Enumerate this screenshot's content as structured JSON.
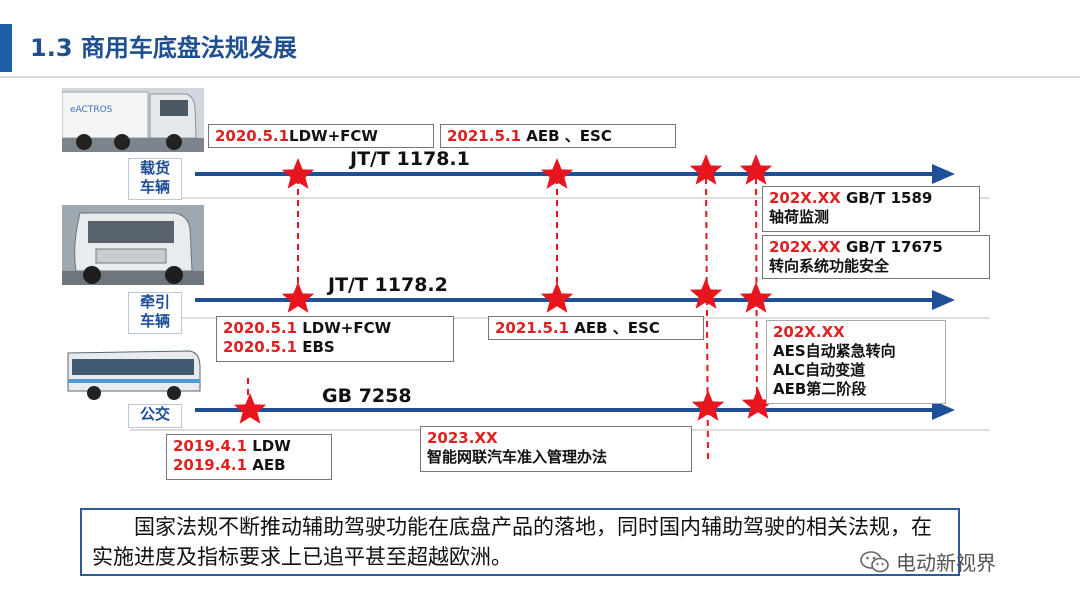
{
  "header": {
    "title": "1.3 商用车底盘法规发展"
  },
  "rows": [
    {
      "label_line1": "载货",
      "label_line2": "车辆",
      "standard": "JT/T 1178.1"
    },
    {
      "label_line1": "牵引",
      "label_line2": "车辆",
      "standard": "JT/T 1178.2"
    },
    {
      "label_line1": "公交",
      "standard": "GB 7258"
    }
  ],
  "truck_photo_text": "eACTROS",
  "boxes": {
    "truck_2020": {
      "date": "2020.5.1",
      "text": "LDW+FCW"
    },
    "truck_2021": {
      "date": "2021.5.1",
      "text": " AEB 、ESC"
    },
    "truck_202x_1589": {
      "date": "202X.XX",
      "text": " GB/T 1589",
      "line2": "轴荷监测"
    },
    "truck_202x_17675": {
      "date": "202X.XX",
      "text": " GB/T 17675",
      "line2": "转向系统功能安全"
    },
    "tractor_2020": {
      "date1": "2020.5.1",
      "text1": " LDW+FCW",
      "date2": "2020.5.1",
      "text2": " EBS"
    },
    "tractor_2021": {
      "date": "2021.5.1",
      "text": " AEB 、ESC"
    },
    "tractor_202x": {
      "date": "202X.XX",
      "line2": "AES自动紧急转向",
      "line3": "ALC自动变道",
      "line4": "AEB第二阶段"
    },
    "bus_2019": {
      "date1": "2019.4.1",
      "text1": " LDW",
      "date2": "2019.4.1",
      "text2": " AEB"
    },
    "bus_2023": {
      "date": "2023.XX",
      "line2": "智能网联汽车准入管理办法"
    }
  },
  "summary": "国家法规不断推动辅助驾驶功能在底盘产品的落地，同时国内辅助驾驶的相关法规，在实施进度及指标要求上已追平甚至超越欧洲。",
  "watermark": "电动新视界",
  "colors": {
    "accent": "#1d4f91",
    "arrow": "#1f4f96",
    "star": "#e8141e",
    "date": "#e02020",
    "border": "#2e5a9a"
  }
}
